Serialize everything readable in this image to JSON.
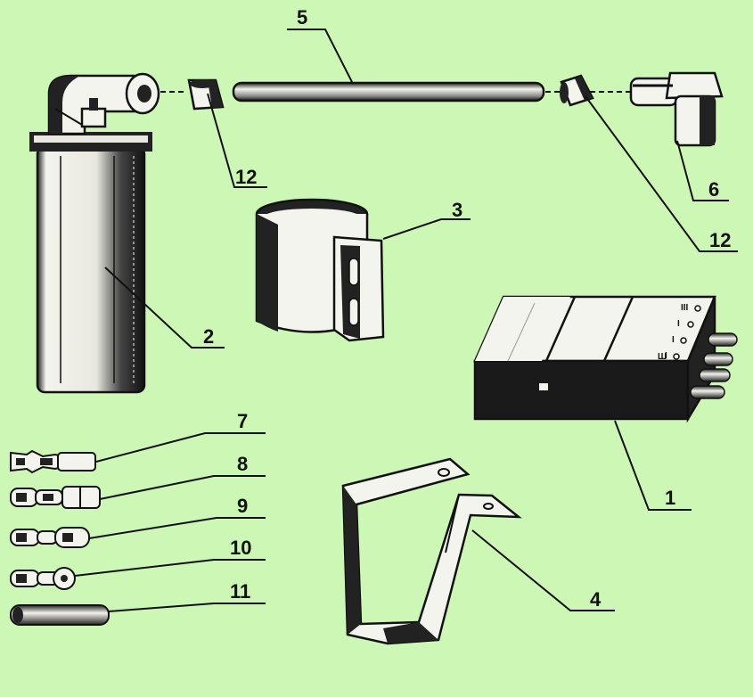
{
  "background": "#cdf7b4",
  "ink": "#111111",
  "callouts": {
    "n1": "1",
    "n2": "2",
    "n3": "3",
    "n4": "4",
    "n5": "5",
    "n6": "6",
    "n7": "7",
    "n8": "8",
    "n9": "9",
    "n10": "10",
    "n11": "11",
    "n12a": "12",
    "n12b": "12"
  },
  "module_markings": {
    "m1": "III",
    "m2": "I",
    "m3": "I",
    "m4": "I",
    "m5": "Ш"
  }
}
